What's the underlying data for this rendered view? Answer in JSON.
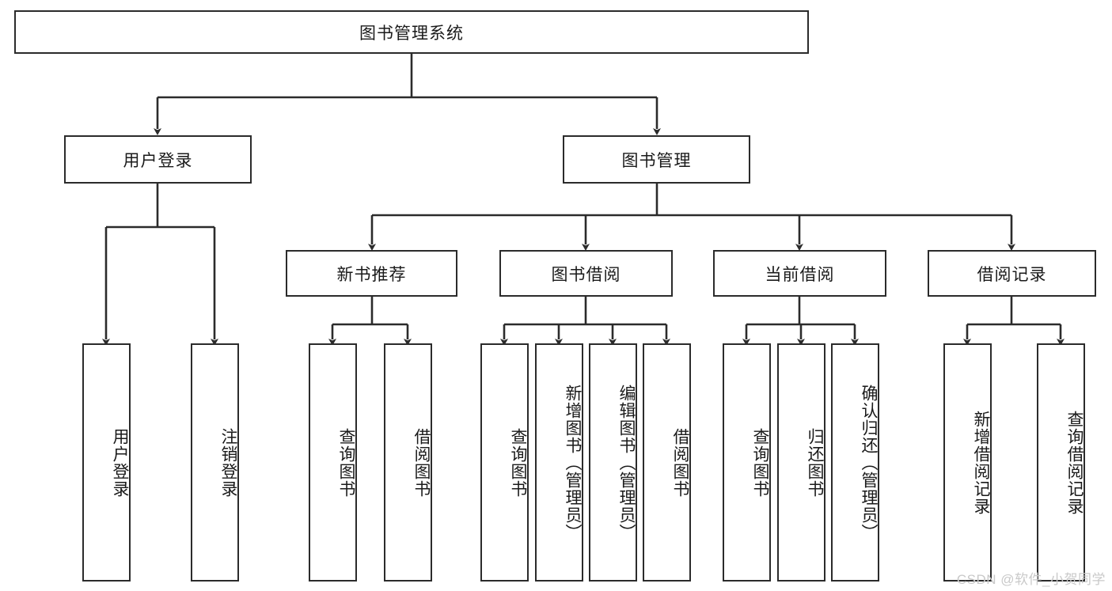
{
  "diagram": {
    "type": "tree-hierarchy-chart",
    "title": "图书管理系统",
    "watermark": "CSDN @软件_小贺同学",
    "colors": {
      "box_border": "#2b2b2b",
      "box_fill": "#ffffff",
      "line": "#2b2b2b",
      "text": "#1a1a1a",
      "watermark": "#c9c9c9",
      "background": "#ffffff"
    },
    "nodes": {
      "root": {
        "label": "图书管理系统"
      },
      "level2": [
        {
          "id": "user-login",
          "label": "用户登录"
        },
        {
          "id": "book-manage",
          "label": "图书管理"
        }
      ],
      "level3": [
        {
          "id": "new-book-recommend",
          "label": "新书推荐"
        },
        {
          "id": "book-borrow",
          "label": "图书借阅"
        },
        {
          "id": "current-borrow",
          "label": "当前借阅"
        },
        {
          "id": "borrow-record",
          "label": "借阅记录"
        }
      ],
      "leaves": {
        "user-login": [
          {
            "id": "leaf-user-login",
            "label": "用户登录"
          },
          {
            "id": "leaf-logout",
            "label": "注销登录"
          }
        ],
        "new-book-recommend": [
          {
            "id": "leaf-query-book-1",
            "label": "查询图书"
          },
          {
            "id": "leaf-borrow-book-1",
            "label": "借阅图书"
          }
        ],
        "book-borrow": [
          {
            "id": "leaf-query-book-2",
            "label": "查询图书"
          },
          {
            "id": "leaf-add-book",
            "label": "新增图书（管理员）"
          },
          {
            "id": "leaf-edit-book",
            "label": "编辑图书（管理员）"
          },
          {
            "id": "leaf-borrow-book-2",
            "label": "借阅图书"
          }
        ],
        "current-borrow": [
          {
            "id": "leaf-query-book-3",
            "label": "查询图书"
          },
          {
            "id": "leaf-return-book",
            "label": "归还图书"
          },
          {
            "id": "leaf-confirm-return",
            "label": "确认归还（管理员）"
          }
        ],
        "borrow-record": [
          {
            "id": "leaf-add-record",
            "label": "新增借阅记录"
          },
          {
            "id": "leaf-query-record",
            "label": "查询借阅记录"
          }
        ]
      }
    }
  }
}
